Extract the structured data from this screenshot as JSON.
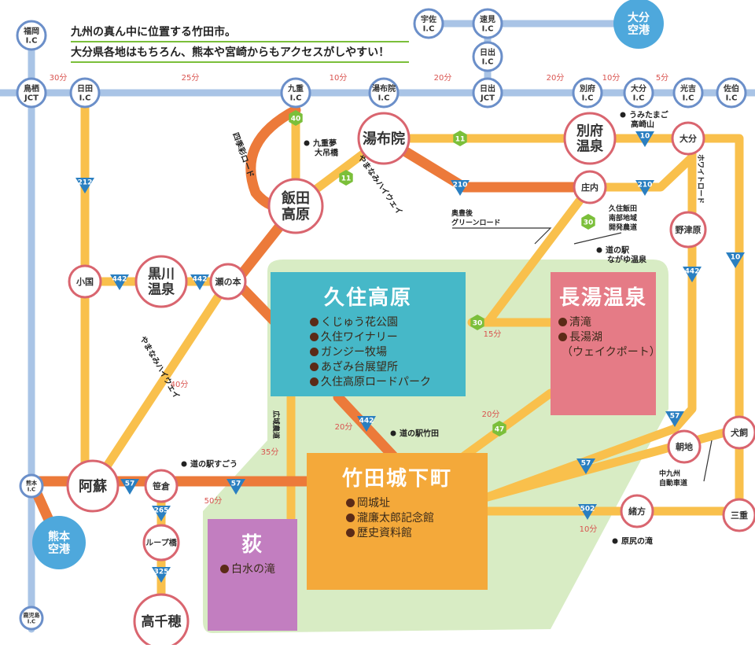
{
  "header": {
    "line1": "九州の真ん中に位置する竹田市。",
    "line2": "大分県各地はもちろん、熊本や宮崎からもアクセスがしやすい！"
  },
  "colors": {
    "expressway": "#a9c4e6",
    "main_road": "#f9c04c",
    "highlight_road": "#ec7a3a",
    "area": "#d8ecc4",
    "node_ring": "#d9656f",
    "ic_ring": "#6b8fc9",
    "airport": "#4ea8dc",
    "route_shield": "#2a7fc1",
    "prefecture_shield": "#7bbf3a",
    "time_label": "#d9534f"
  },
  "roads": {
    "kokonoe_yume_bridge": "九重夢大吊橋",
    "shiki_road": "四季彩ロード",
    "yamanami_highway": "やまなみハイウェイ",
    "okubungo_green_road": "奥豊後グリーンロード",
    "kuju_iida_agri_road": "久住飯田南部地域開発農道",
    "white_road": "ホワイトロード",
    "kouiki_agri_road": "広域農道",
    "higashikyushu_expressway": "中九州自動車道"
  },
  "expressway_ic": [
    {
      "name": "福岡\nI.C"
    },
    {
      "name": "鳥栖\nJCT"
    },
    {
      "name": "日田\nI.C"
    },
    {
      "name": "九重\nI.C"
    },
    {
      "name": "湯布院\nI.C"
    },
    {
      "name": "日出\nJCT"
    },
    {
      "name": "別府\nI.C"
    },
    {
      "name": "大分\nI.C"
    },
    {
      "name": "光吉\nI.C"
    },
    {
      "name": "佐伯\nI.C"
    },
    {
      "name": "宇佐\nI.C"
    },
    {
      "name": "速見\nI.C"
    },
    {
      "name": "日出\nI.C"
    },
    {
      "name": "熊本\nI.C"
    },
    {
      "name": "鹿児島\nI.C"
    }
  ],
  "expressway_times": [
    "30分",
    "25分",
    "10分",
    "20分",
    "20分",
    "10分",
    "5分"
  ],
  "airports": [
    {
      "name": "大分\n空港"
    },
    {
      "name": "熊本\n空港"
    }
  ],
  "places": [
    {
      "name": "湯布院"
    },
    {
      "name": "別府\n温泉"
    },
    {
      "name": "飯田\n高原"
    },
    {
      "name": "黒川\n温泉"
    },
    {
      "name": "阿蘇"
    },
    {
      "name": "高千穂"
    },
    {
      "name": "大分"
    },
    {
      "name": "庄内"
    },
    {
      "name": "野津原"
    },
    {
      "name": "小国"
    },
    {
      "name": "瀬の本"
    },
    {
      "name": "犬飼"
    },
    {
      "name": "朝地"
    },
    {
      "name": "三重"
    },
    {
      "name": "緒方"
    },
    {
      "name": "笹倉"
    },
    {
      "name": "ループ橋"
    }
  ],
  "landmarks": [
    {
      "name": "うみたまご\n高崎山"
    },
    {
      "name": "九重夢\n大吊橋"
    },
    {
      "name": "道の駅\nながゆ温泉"
    },
    {
      "name": "道の駅竹田"
    },
    {
      "name": "道の駅すごう"
    },
    {
      "name": "原尻の滝"
    }
  ],
  "road_times": [
    "15分",
    "40分",
    "20分",
    "35分",
    "20分",
    "50分",
    "10分"
  ],
  "route_numbers": [
    "212",
    "442",
    "40",
    "11",
    "210",
    "10",
    "30",
    "57",
    "47",
    "265",
    "325",
    "502"
  ],
  "areas": {
    "kuju": {
      "title": "久住高原",
      "items": [
        "くじゅう花公園",
        "久住ワイナリー",
        "ガンジー牧場",
        "あざみ台展望所",
        "久住高原ロードパーク"
      ]
    },
    "nagayu": {
      "title": "長湯温泉",
      "items": [
        "清滝",
        "長湯湖",
        "（ウェイクポート）"
      ]
    },
    "taketa": {
      "title": "竹田城下町",
      "items": [
        "岡城址",
        "瀧廉太郎記念館",
        "歴史資料館"
      ]
    },
    "ogi": {
      "title": "荻",
      "items": [
        "白水の滝"
      ]
    }
  }
}
